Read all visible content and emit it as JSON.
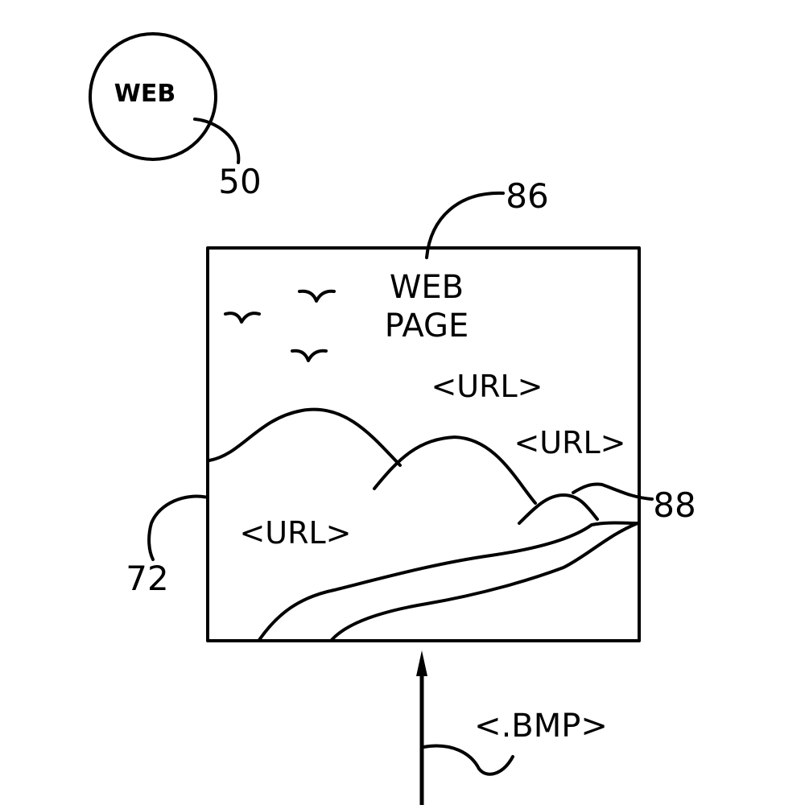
{
  "web_cloud": {
    "label": "WEB",
    "ref": "50"
  },
  "page_box": {
    "title_line1": "WEB",
    "title_line2": "PAGE",
    "ref": "86",
    "left_ref": "72",
    "right_ref": "88",
    "links": [
      "<URL>",
      "<URL>",
      "<URL>"
    ]
  },
  "input": {
    "label": "<.BMP>"
  }
}
